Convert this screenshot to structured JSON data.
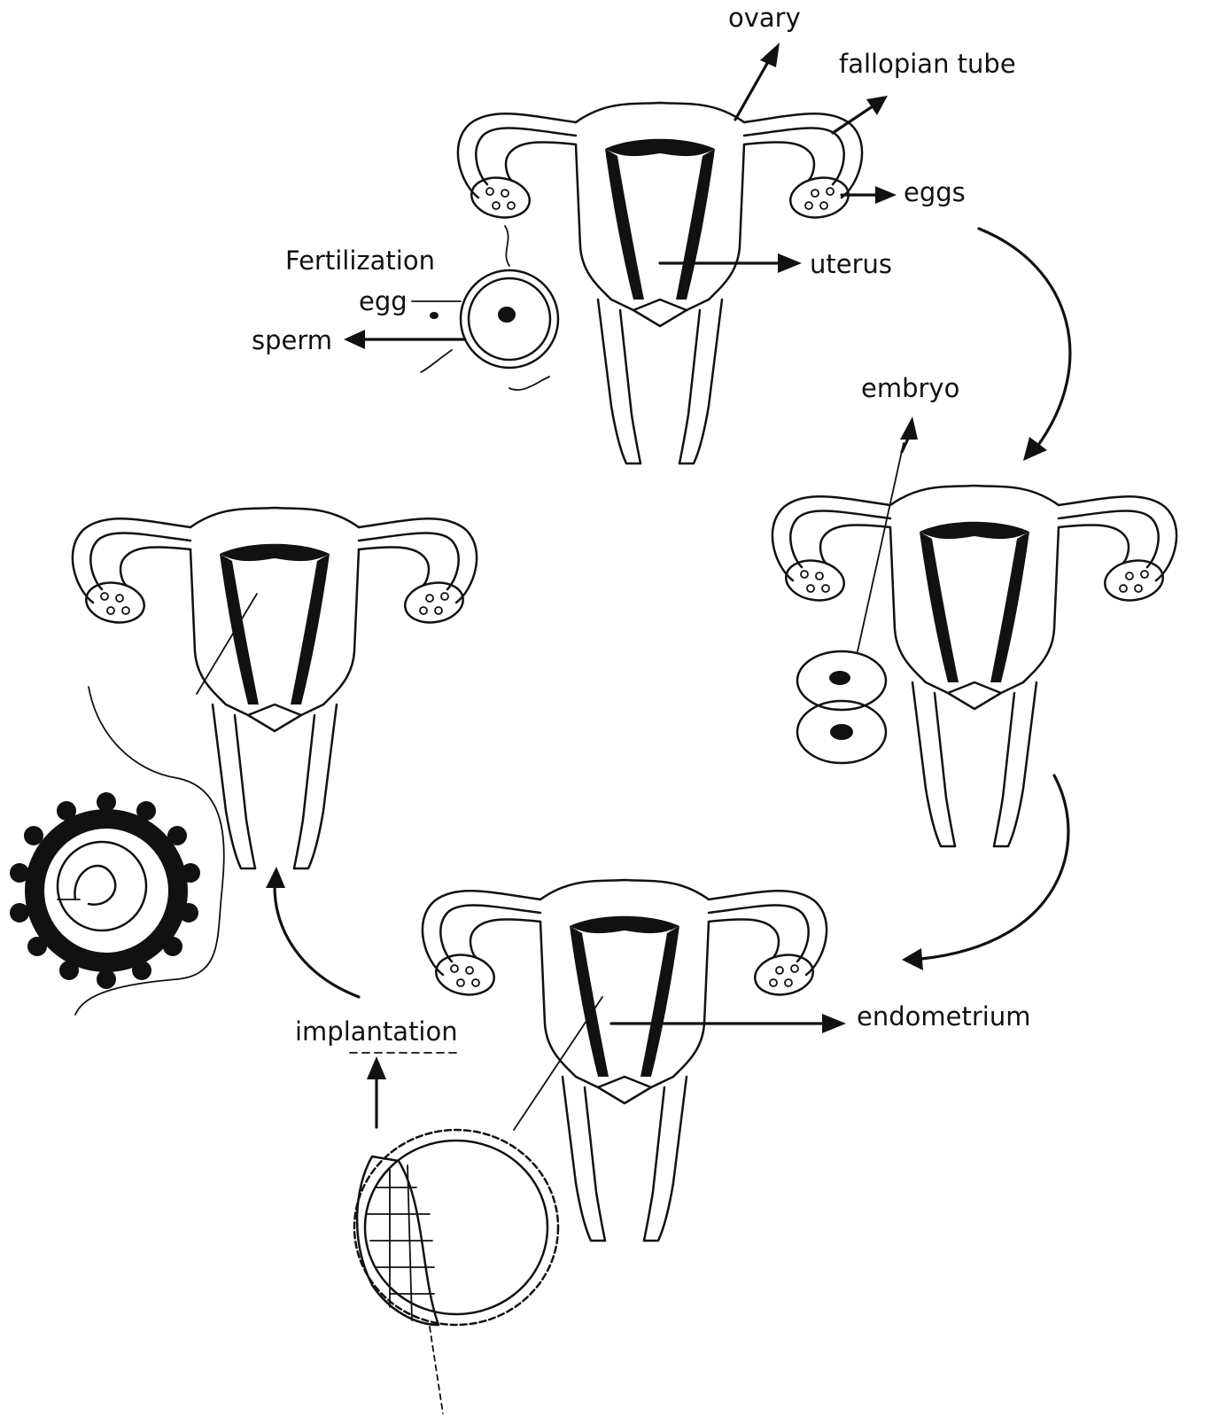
{
  "labels": {
    "ovary": "ovary",
    "fallopian_tube": "fallopian tube",
    "eggs": "eggs",
    "fertilization": "Fertilization",
    "egg": "egg",
    "sperm": "sperm",
    "uterus": "uterus",
    "embryo": "embryo",
    "endometrium": "endometrium",
    "implantation": "implantation"
  }
}
